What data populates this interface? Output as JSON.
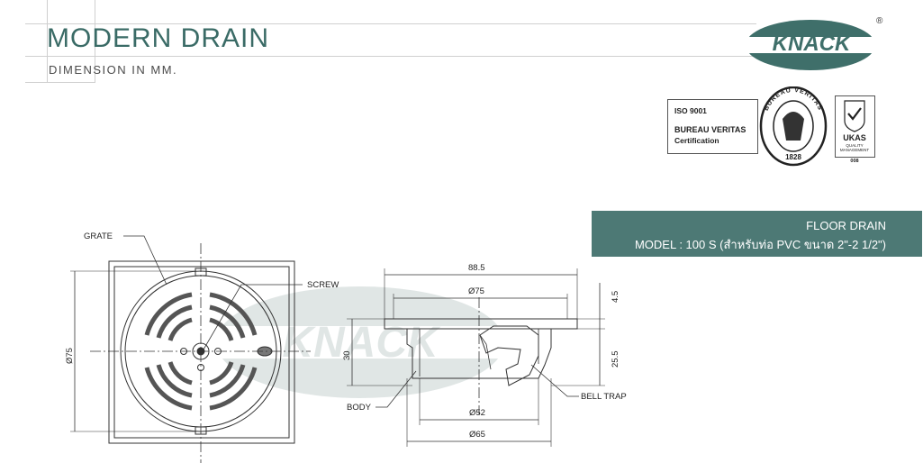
{
  "header": {
    "title": "MODERN DRAIN",
    "subtitle": "DIMENSION IN MM."
  },
  "brand": {
    "logo_text": "KNACK",
    "registered_mark": "®",
    "accent_color": "#3f6f6a"
  },
  "certification": {
    "line1": "ISO 9001",
    "line2": "BUREAU VERITAS",
    "line3": "Certification",
    "seal_text": "BUREAU VERITAS",
    "seal_year": "1828",
    "ukas_text": "UKAS",
    "ukas_sub1": "QUALITY",
    "ukas_sub2": "MANAGEMENT",
    "ukas_code": "008"
  },
  "product": {
    "name": "FLOOR DRAIN",
    "model": "MODEL : 100 S (สำหรับท่อ PVC ขนาด 2\"-2 1/2\")",
    "banner_color": "#4d7975"
  },
  "drawing": {
    "watermark": "KNACK",
    "labels": {
      "grate": "GRATE",
      "screw": "SCREW",
      "body": "BODY",
      "bell_trap": "BELL TRAP"
    },
    "dimensions": {
      "top_diameter": "Ø75",
      "top_width": "88.5",
      "flange_height": "4.5",
      "body_height": "30",
      "trap_height": "25.5",
      "inner_diameter": "Ø52",
      "outer_diameter": "Ø65"
    }
  }
}
